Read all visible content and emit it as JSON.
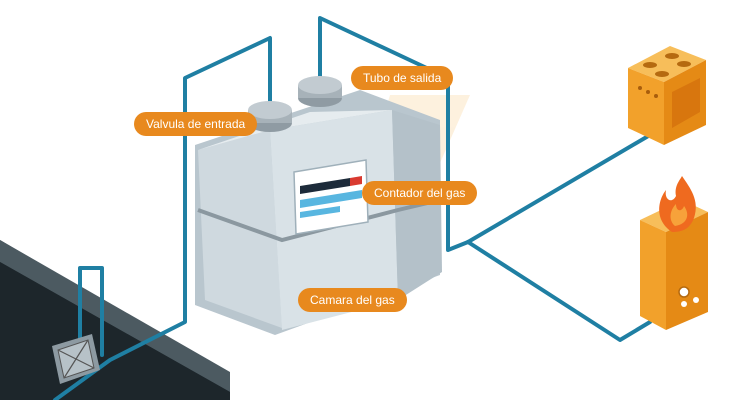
{
  "labels": {
    "inlet_valve": "Valvula de entrada",
    "outlet_tube": "Tubo de salida",
    "gas_counter": "Contador del gas",
    "gas_chamber": "Camara del gas"
  },
  "colors": {
    "pipe": "#1f7fa3",
    "callout": "#e8891e",
    "meter_body": "#c9d4dc",
    "wall": "#273238",
    "appliance": "#f2a12b",
    "flame": "#ef6a1f"
  },
  "icons": [
    "gas-meter-icon",
    "valve-box-icon",
    "stove-icon",
    "water-heater-icon",
    "flame-icon"
  ]
}
